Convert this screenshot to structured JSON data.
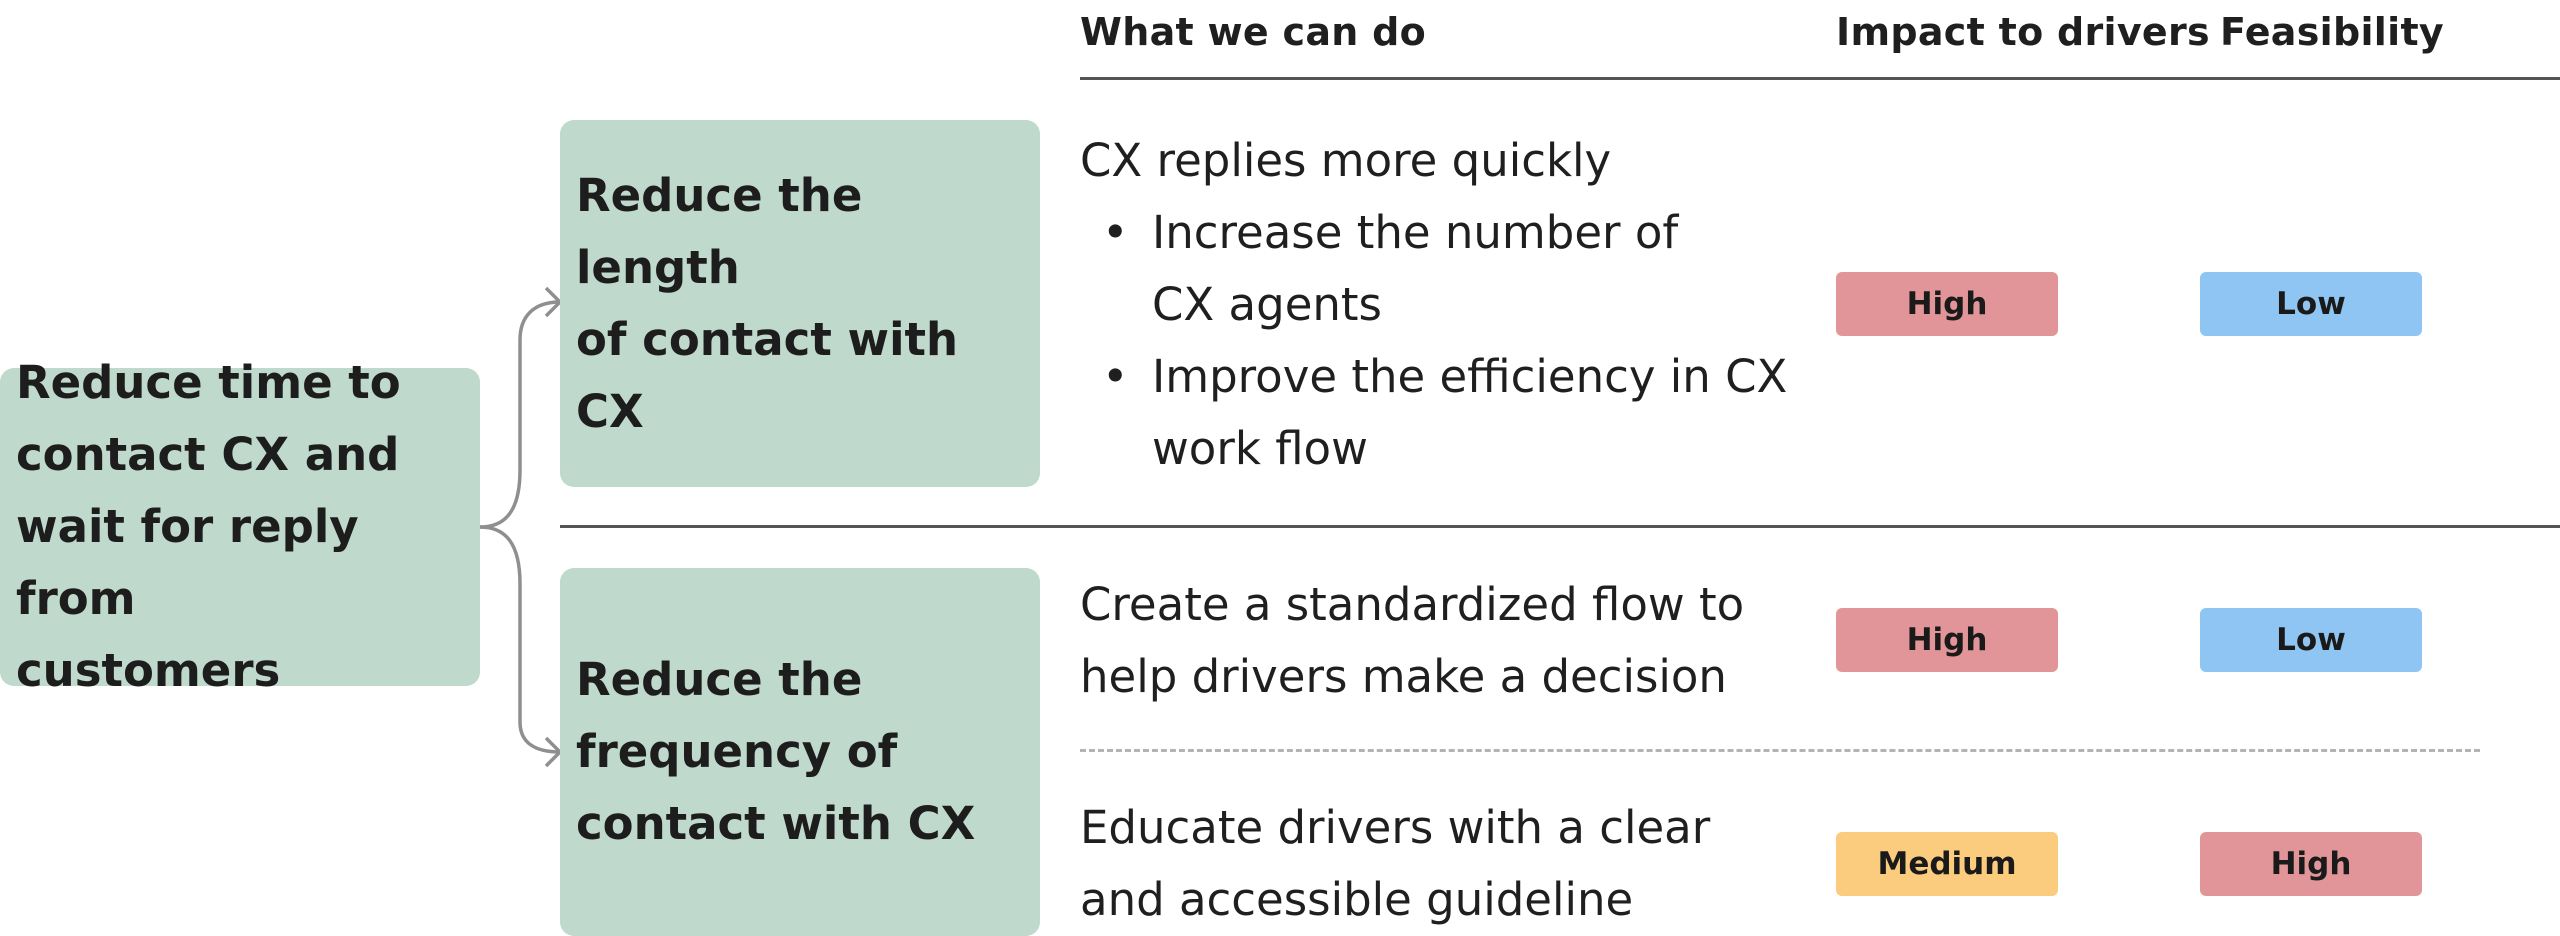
{
  "colors": {
    "box": "#bfd9cc",
    "high": "#e29598",
    "medium": "#fbcb7e",
    "low": "#8fc5f2",
    "connector": "#8f8f8f"
  },
  "headers": {
    "what": "What we can do",
    "impact": "Impact to drivers",
    "feasibility": "Feasibility"
  },
  "goal": {
    "lines": [
      "Reduce time to",
      "contact CX and",
      "wait for reply from",
      "customers"
    ]
  },
  "strategies": [
    {
      "lines": [
        "Reduce the length",
        "of contact with CX"
      ]
    },
    {
      "lines": [
        "Reduce the",
        "frequency of",
        "contact with CX"
      ]
    }
  ],
  "actions": [
    {
      "title": "CX replies more quickly",
      "bullets": [
        [
          "Increase the number of",
          "CX agents"
        ],
        [
          "Improve the efficiency in CX",
          "work flow"
        ]
      ],
      "impact": "High",
      "feasibility": "Low"
    },
    {
      "lines": [
        "Create a standardized flow to",
        "help drivers make a decision"
      ],
      "impact": "High",
      "feasibility": "Low"
    },
    {
      "lines": [
        "Educate drivers with a clear",
        "and accessible guideline"
      ],
      "impact": "Medium",
      "feasibility": "High"
    }
  ]
}
